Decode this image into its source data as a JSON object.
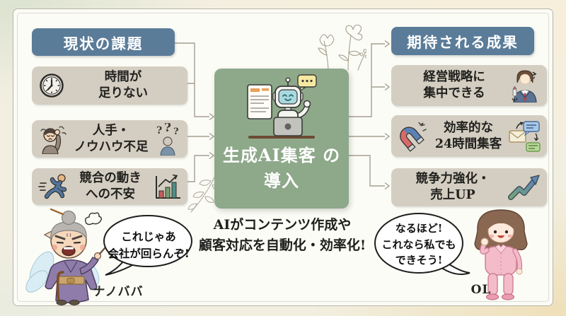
{
  "left": {
    "header": "現状の課題",
    "items": [
      {
        "lines": [
          "時間が",
          "足りない"
        ],
        "icon_left": "clock-icon"
      },
      {
        "lines": [
          "人手・",
          "ノウハウ不足"
        ],
        "icon_left": "stressed-person-icon",
        "icon_right": "question-person-icon"
      },
      {
        "lines": [
          "競合の動き",
          "への不安"
        ],
        "icon_left": "running-person-icon",
        "icon_right": "bar-chart-icon"
      }
    ]
  },
  "center": {
    "icon": "robot-assistant-icon",
    "box_lines": [
      "生成AI集客",
      "の導入"
    ],
    "caption_lines": [
      "AIがコンテンツ作成や",
      "顧客対応を自動化・効率化!"
    ]
  },
  "right": {
    "header": "期待される成果",
    "items": [
      {
        "lines": [
          "経営戦略に",
          "集中できる"
        ],
        "icon_right": "businessman-icon"
      },
      {
        "lines": [
          "効率的な",
          "24時間集客"
        ],
        "icon_left": "magnet-icon",
        "icon_right": "messages-icon"
      },
      {
        "lines": [
          "競争力強化・",
          "売上UP"
        ],
        "icon_right": "growth-arrow-icon"
      }
    ]
  },
  "characters": {
    "grandma": {
      "name": "ナノババ",
      "speech_lines": [
        "これじゃあ",
        "会社が回らんぞ!"
      ]
    },
    "office_lady": {
      "name": "OL",
      "speech_lines": [
        "なるほど!",
        "これなら私でも",
        "できそう!"
      ]
    }
  },
  "colors": {
    "header_blue": "#5a7c99",
    "item_gray": "#d4cec2",
    "center_green": "#8ea88a",
    "card_bg": "#fcfcf6",
    "connector_line": "#a49f92"
  }
}
